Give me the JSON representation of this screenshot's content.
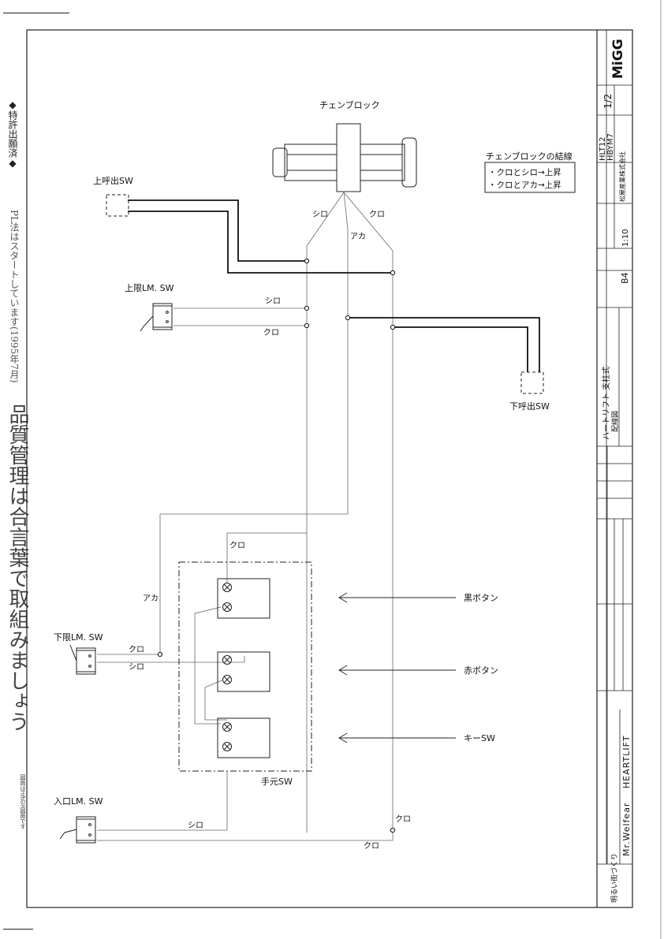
{
  "side_texts": {
    "patent": "◆特許出願済◆",
    "pl_notice": "PL法はスタートしています(1995年7月)",
    "quality_slogan": "品質管理は合言葉で取組みましょう",
    "small_note": "図面は正式な図面です"
  },
  "diagram": {
    "chain_block_label": "チェンブロック",
    "wiring_note_title": "チェンブロックの結線",
    "wiring_note_line1": "・クロとシロ→上昇",
    "wiring_note_line2": "・クロとアカ→上昇",
    "upper_call_sw": "上呼出SW",
    "lower_call_sw": "下呼出SW",
    "upper_limit_sw": "上限LM. SW",
    "lower_limit_sw": "下限LM. SW",
    "entrance_limit_sw": "入口LM. SW",
    "hand_sw": "手元SW",
    "black_button": "黒ボタン",
    "red_button": "赤ボタン",
    "key_sw": "キーSW",
    "wire_shiro": "シロ",
    "wire_kuro": "クロ",
    "wire_aka": "アカ"
  },
  "title_block": {
    "logo": "MiGG",
    "sheet": "1/2",
    "model_1": "HLT12",
    "model_2": "HBYM7",
    "company": "松屋産業株式会社",
    "scale": "1:10",
    "paper_size": "B4",
    "product_name": "ハートリフト 支柱式",
    "drawing_name": "配線図",
    "brand": "Mr.Welfear",
    "brand_2": "HEARTLIFT",
    "motto": "明るい街づくり"
  }
}
